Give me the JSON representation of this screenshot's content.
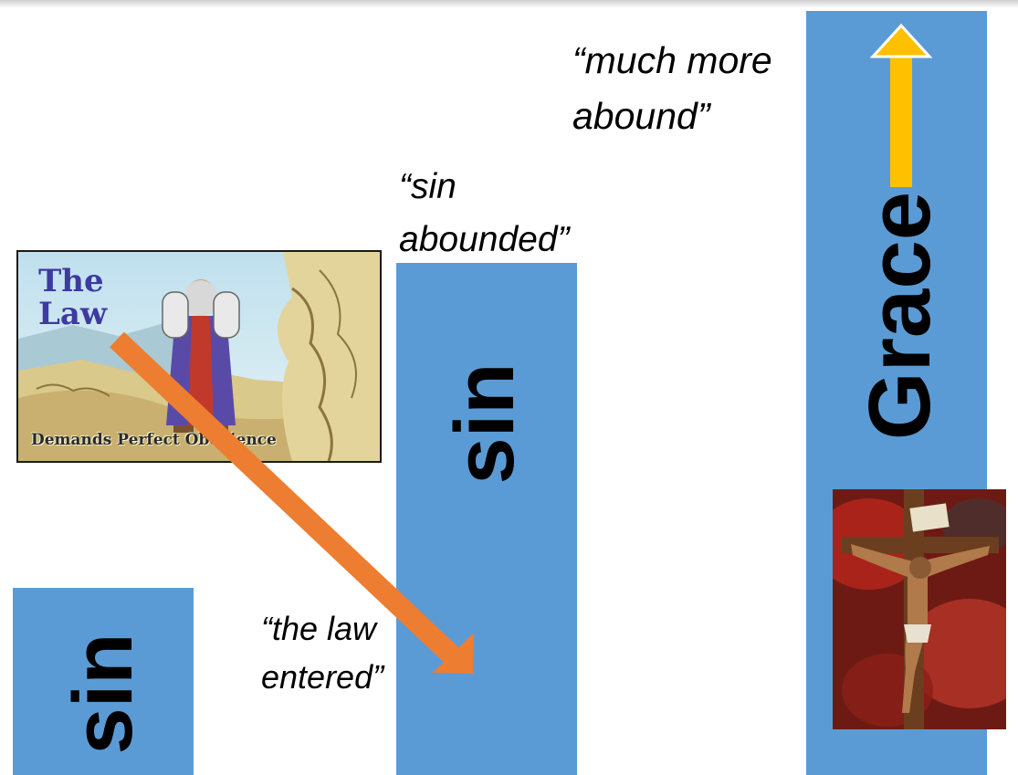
{
  "bars": {
    "left_label": "sin",
    "middle_label": "sin",
    "right_label": "Grace"
  },
  "quotes": {
    "law_entered": "“the law\nentered”",
    "sin_abounded": "“sin\nabounded”",
    "much_more_abound": "“much more\nabound”"
  },
  "law_image": {
    "title": "The\nLaw",
    "caption": "Demands Perfect Obedience"
  },
  "colors": {
    "bar_fill": "#5b9bd5",
    "diagonal_arrow": "#ed7d31",
    "up_arrow": "#ffc000"
  }
}
